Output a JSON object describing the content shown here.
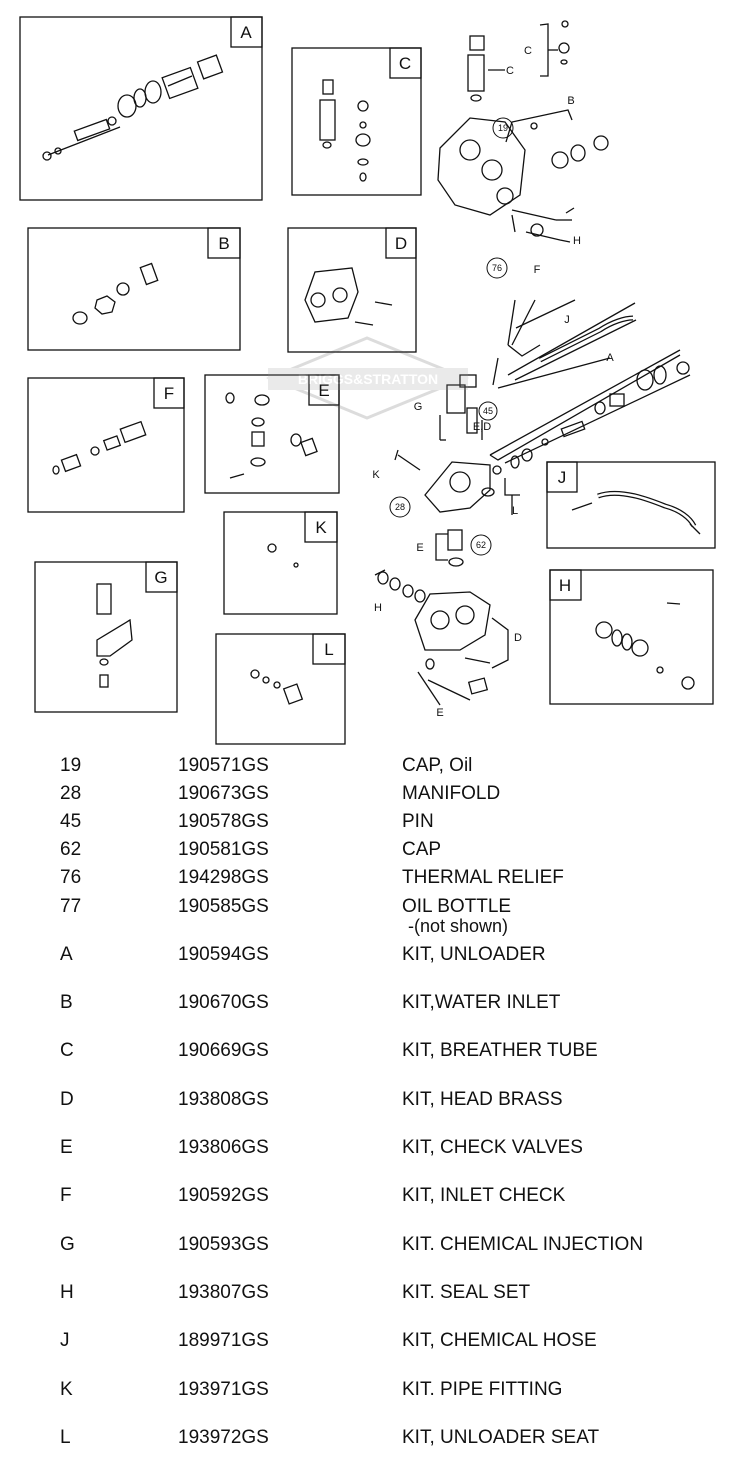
{
  "boxes": {
    "a": "A",
    "b": "B",
    "c": "C",
    "d": "D",
    "e": "E",
    "f": "F",
    "g": "G",
    "h": "H",
    "j": "J",
    "k": "K",
    "l": "L"
  },
  "callouts": {
    "c_top": "C",
    "b": "B",
    "h": "H",
    "n19": "19",
    "n76": "76",
    "f": "F",
    "j": "J",
    "a": "A",
    "g": "G",
    "n45": "45",
    "ed": "E,D",
    "k": "K",
    "n28": "28",
    "l": "L",
    "e_mid": "E",
    "n62": "62",
    "h_low": "H",
    "d": "D",
    "e_low": "E"
  },
  "watermark": "BRIGGS&STRATTON",
  "parts": [
    {
      "num": "19",
      "part": "190571GS",
      "desc": "CAP, Oil"
    },
    {
      "num": "28",
      "part": "190673GS",
      "desc": "MANIFOLD"
    },
    {
      "num": "45",
      "part": "190578GS",
      "desc": "PIN"
    },
    {
      "num": "62",
      "part": "190581GS",
      "desc": "CAP"
    },
    {
      "num": "76",
      "part": "194298GS",
      "desc": "THERMAL RELIEF"
    },
    {
      "num": "77",
      "part": "190585GS",
      "desc": "OIL BOTTLE",
      "note": "-(not shown)"
    },
    {
      "num": "A",
      "part": "190594GS",
      "desc": "KIT, UNLOADER"
    },
    {
      "num": "B",
      "part": "190670GS",
      "desc": "KIT,WATER INLET"
    },
    {
      "num": "C",
      "part": "190669GS",
      "desc": "KIT, BREATHER TUBE"
    },
    {
      "num": "D",
      "part": "193808GS",
      "desc": "KIT, HEAD BRASS"
    },
    {
      "num": "E",
      "part": "193806GS",
      "desc": "KIT, CHECK VALVES"
    },
    {
      "num": "F",
      "part": "190592GS",
      "desc": "KIT, INLET CHECK"
    },
    {
      "num": "G",
      "part": "190593GS",
      "desc": "KIT. CHEMICAL INJECTION"
    },
    {
      "num": "H",
      "part": "193807GS",
      "desc": "KIT. SEAL SET"
    },
    {
      "num": "J",
      "part": "189971GS",
      "desc": "KIT, CHEMICAL HOSE"
    },
    {
      "num": "K",
      "part": "193971GS",
      "desc": "KIT. PIPE FITTING"
    },
    {
      "num": "L",
      "part": "193972GS",
      "desc": "KIT, UNLOADER SEAT"
    }
  ]
}
